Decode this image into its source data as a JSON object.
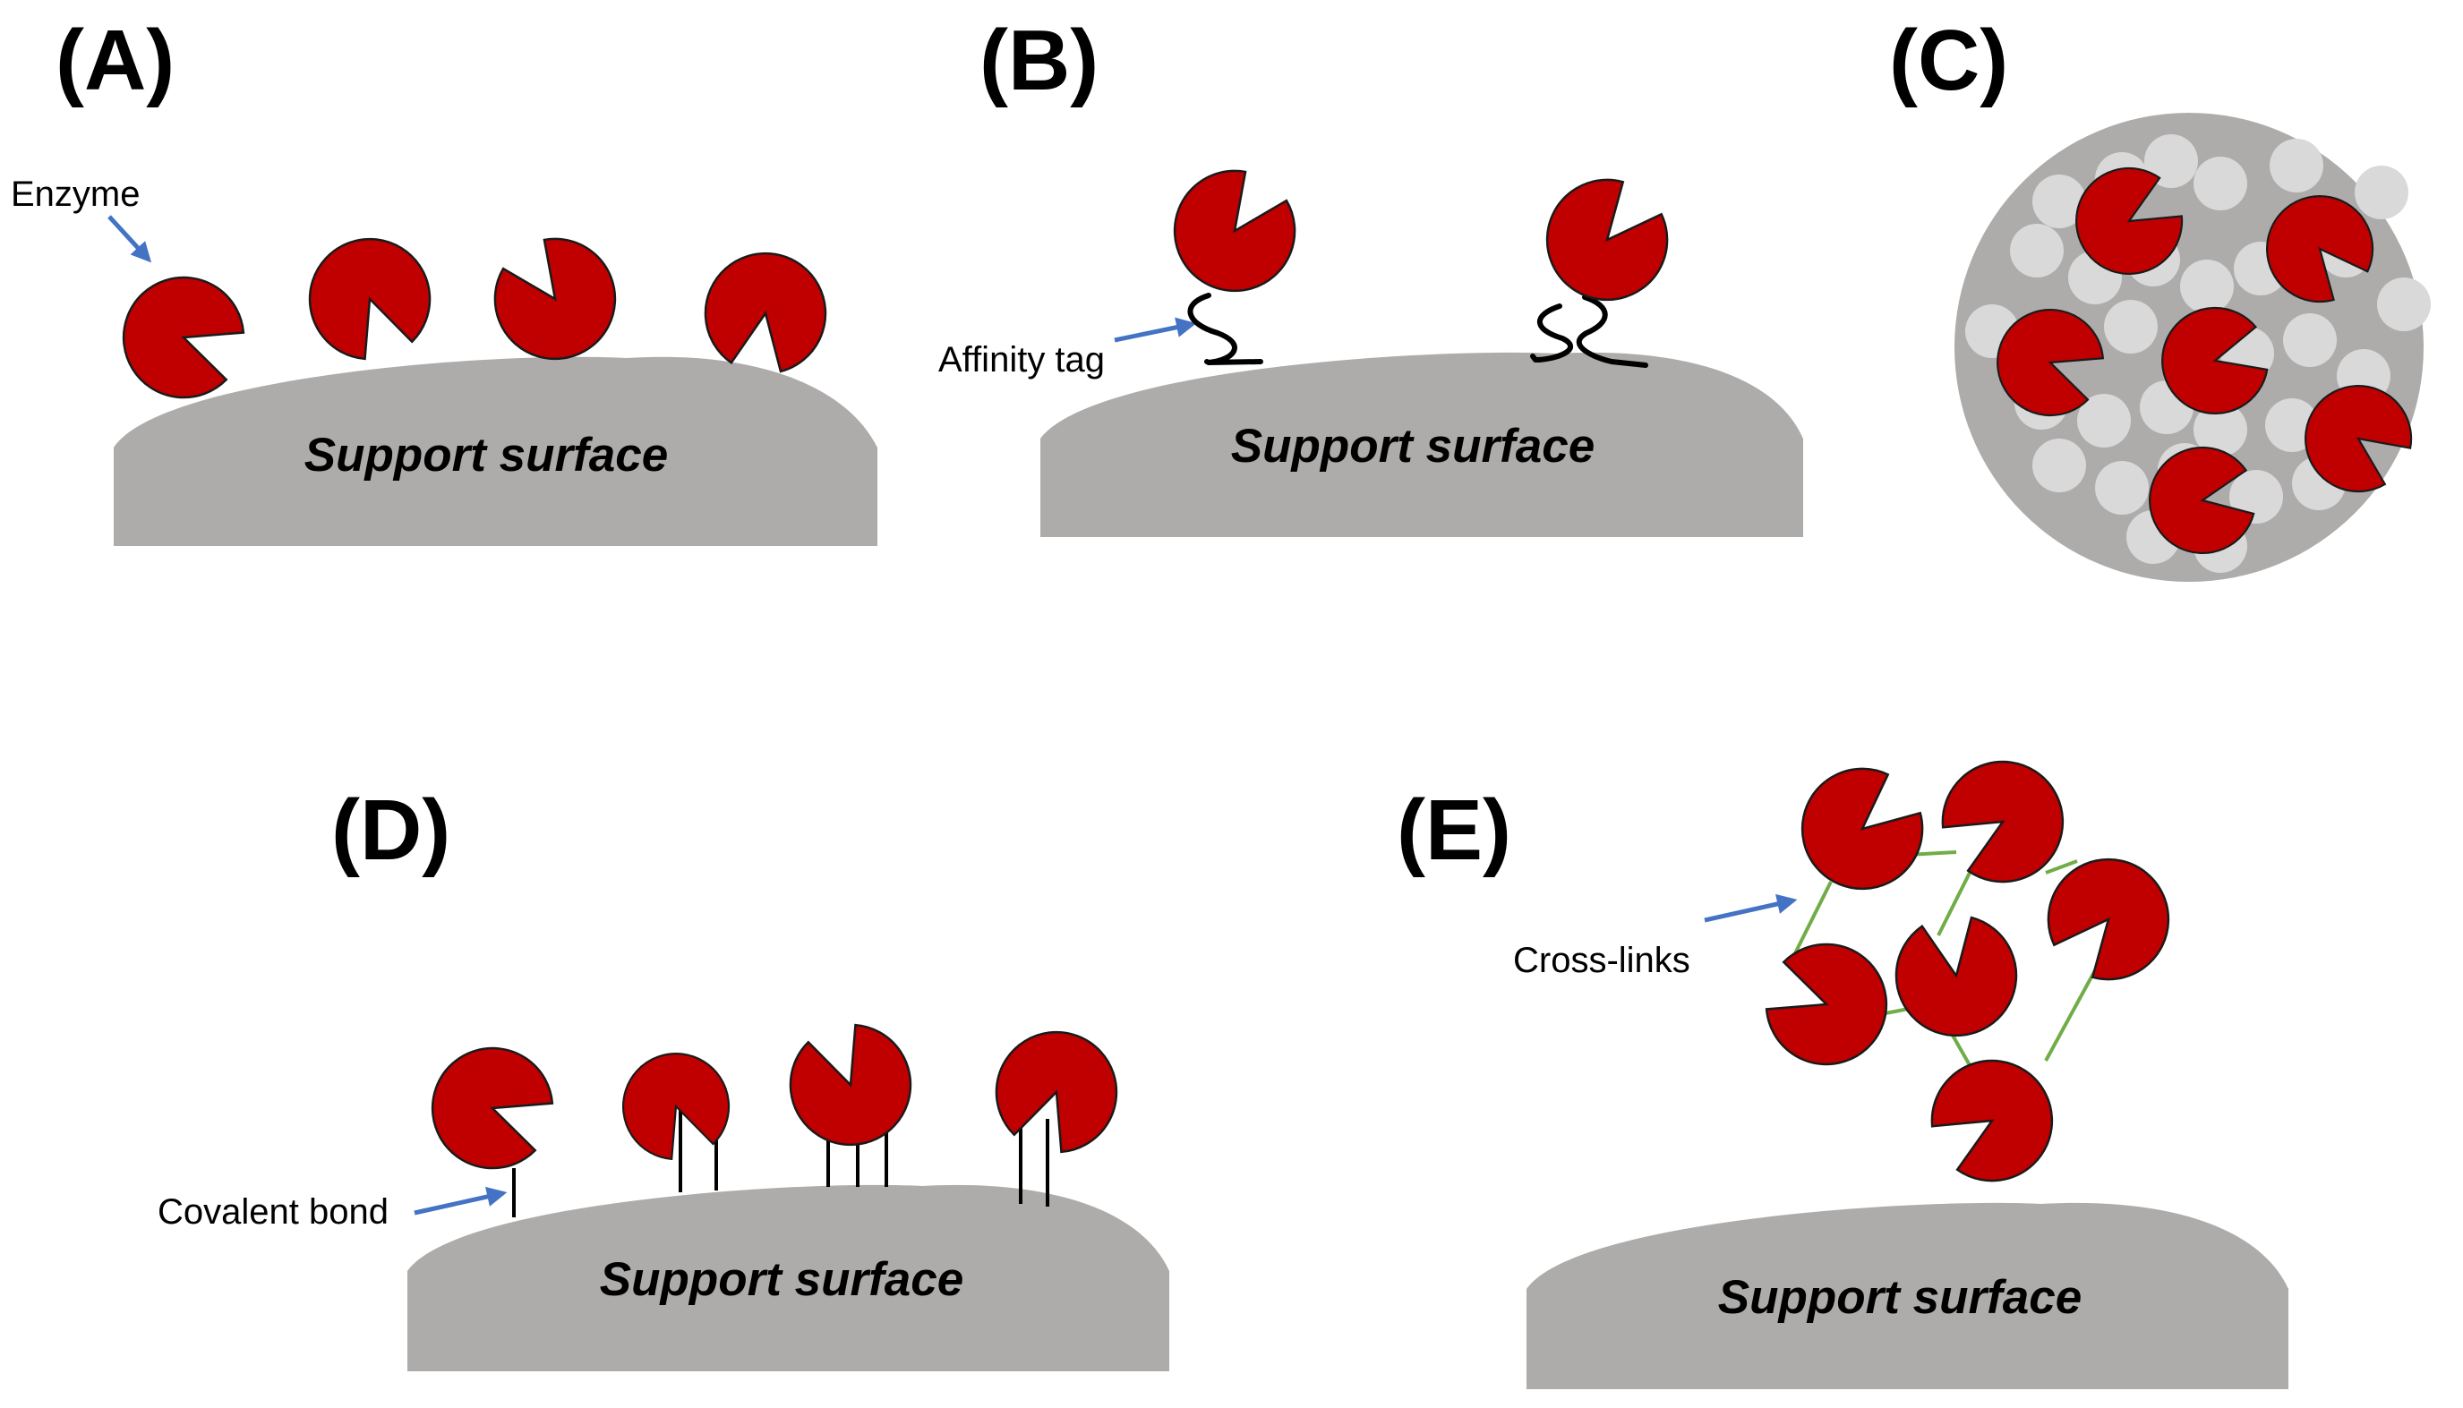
{
  "panels": {
    "a": {
      "label": "(A)",
      "surface_label": "Support surface",
      "annotation": "Enzyme"
    },
    "b": {
      "label": "(B)",
      "surface_label": "Support surface",
      "annotation": "Affinity tag"
    },
    "c": {
      "label": "(C)"
    },
    "d": {
      "label": "(D)",
      "surface_label": "Support surface",
      "annotation": "Covalent bond"
    },
    "e": {
      "label": "(E)",
      "surface_label": "Support surface",
      "annotation": "Cross-links"
    }
  },
  "colors": {
    "enzyme": "#c00000",
    "support_surface": "#aeacab",
    "entrapment_matrix_bead": "#d9d9d9",
    "arrow": "#4472c4",
    "cross_link": "#70ad47"
  }
}
